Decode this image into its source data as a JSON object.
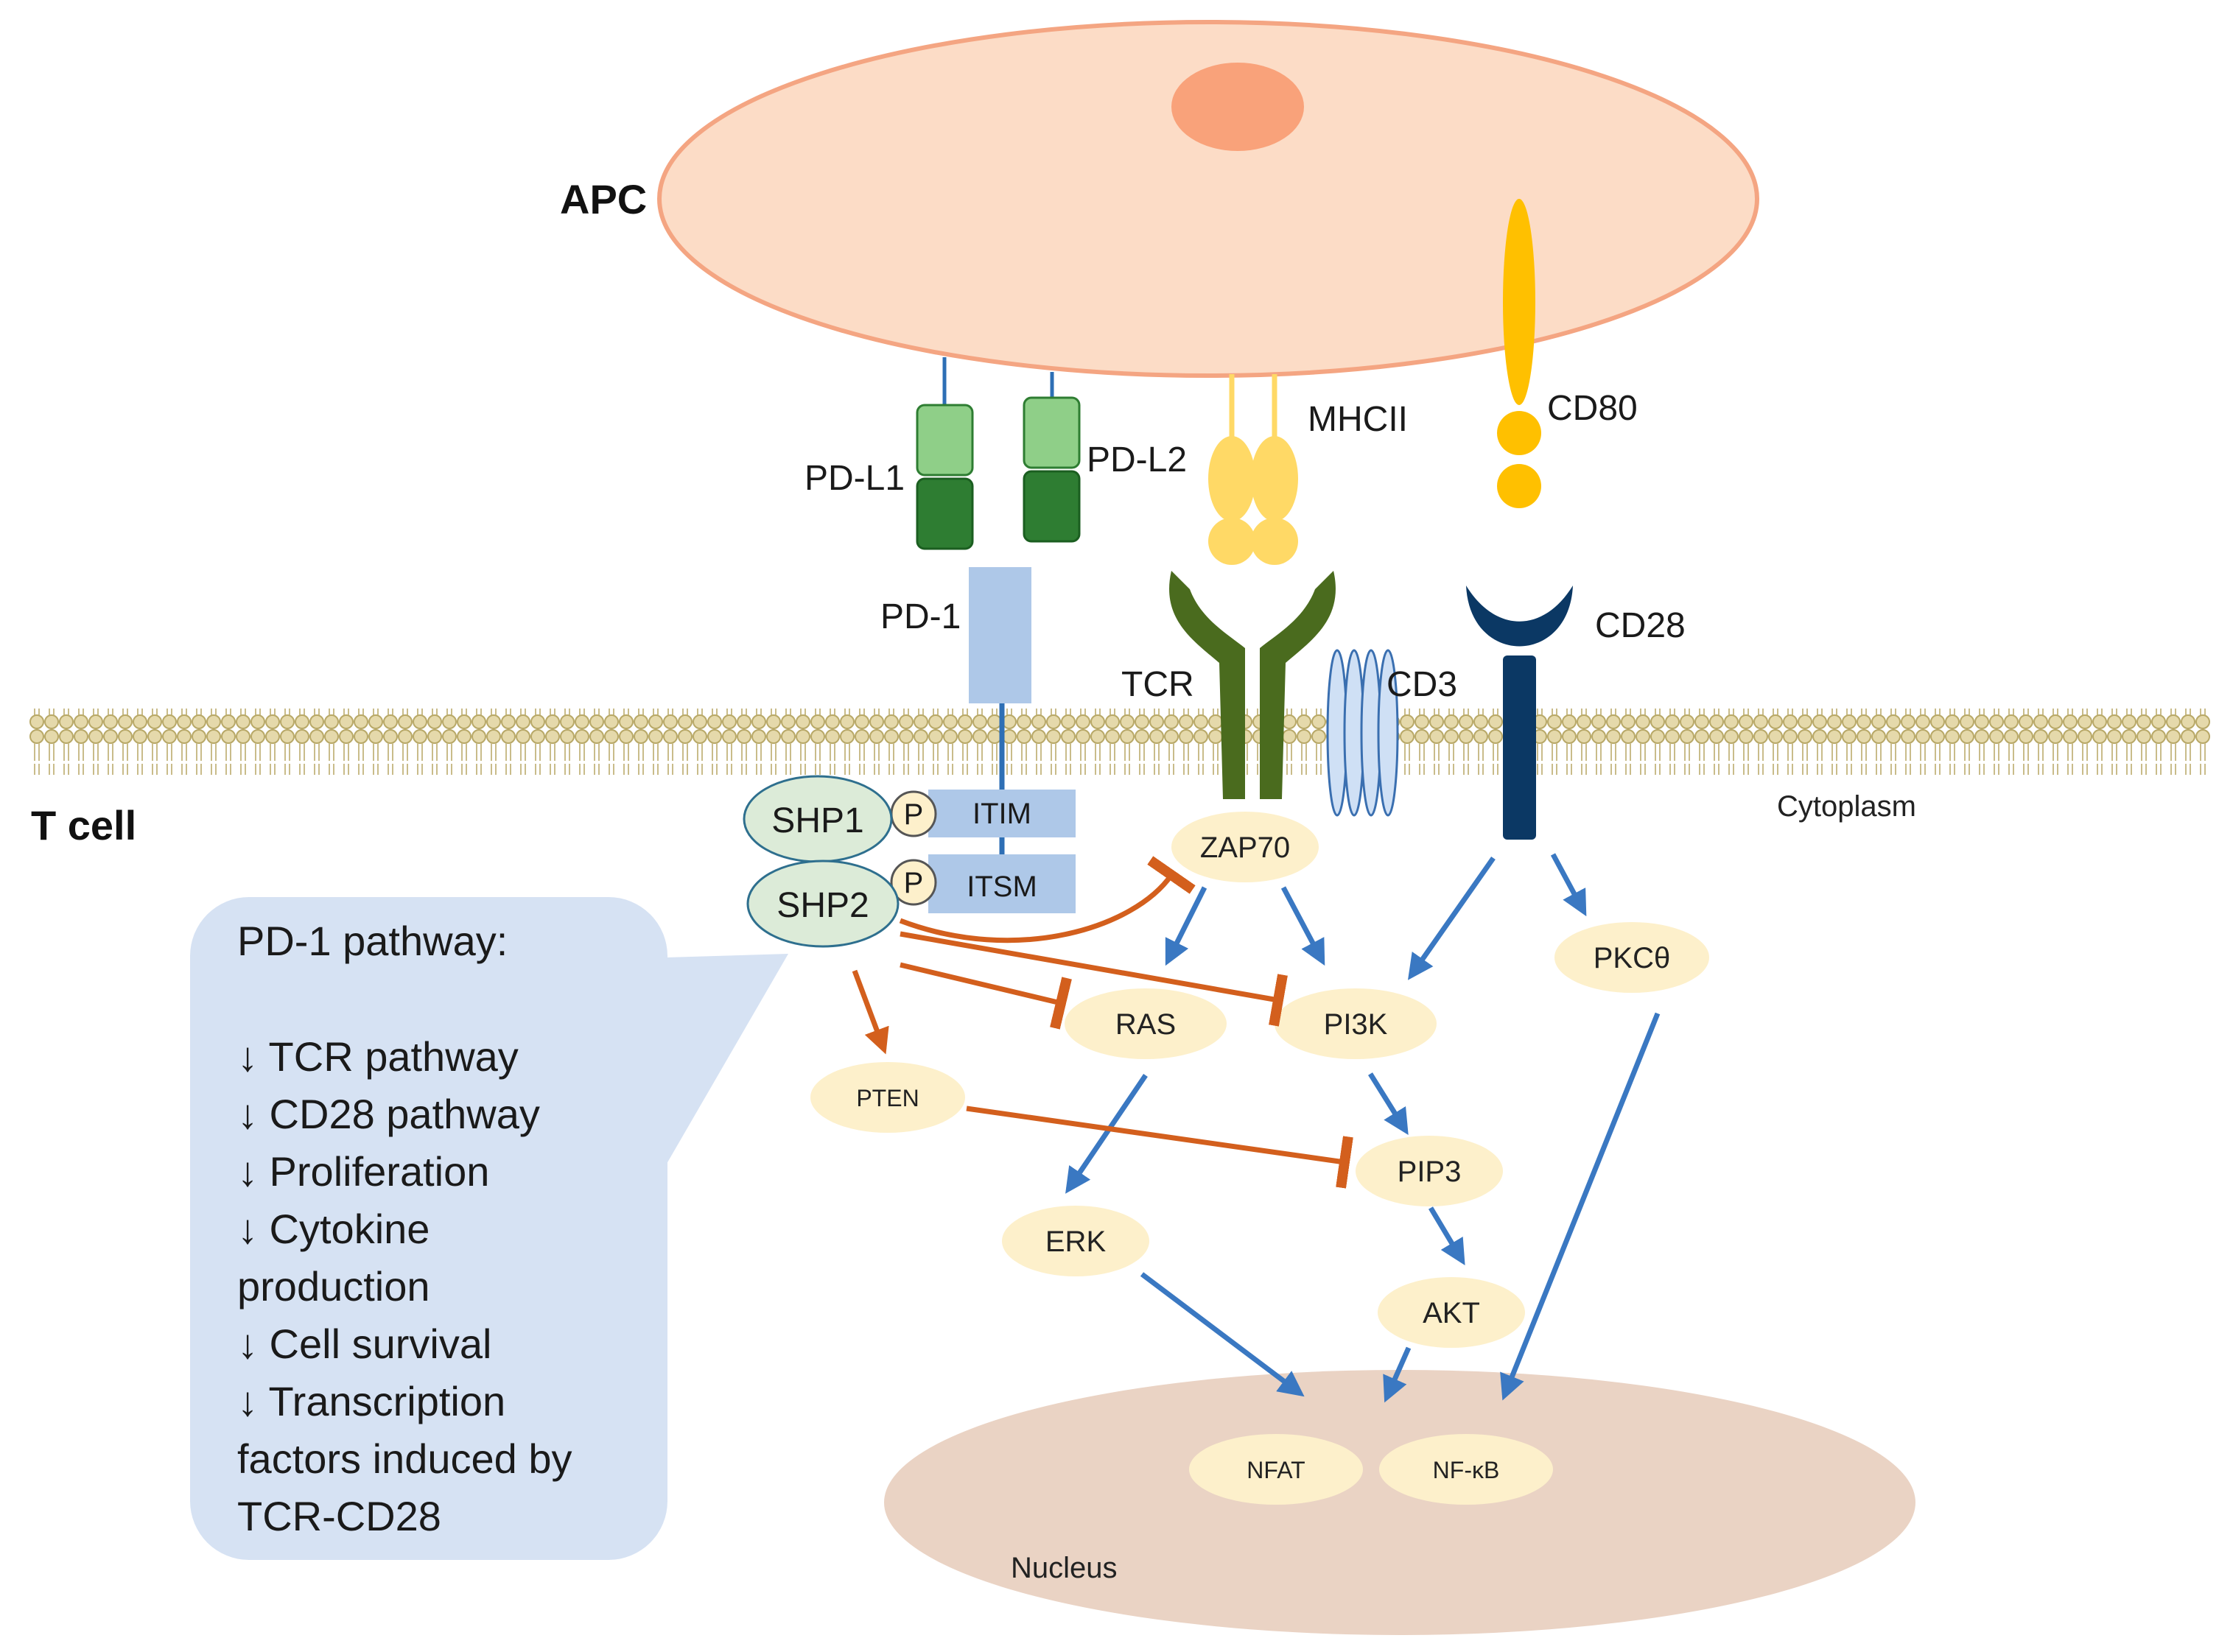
{
  "labels": {
    "apc": "APC",
    "t_cell": "T cell",
    "cytoplasm": "Cytoplasm",
    "nucleus": "Nucleus",
    "pd_l1": "PD-L1",
    "pd_l2": "PD-L2",
    "pd_1": "PD-1",
    "mhcii": "MHCII",
    "cd80": "CD80",
    "cd28": "CD28",
    "tcr": "TCR",
    "cd3": "CD3",
    "itim": "ITIM",
    "itsm": "ITSM",
    "p": "P"
  },
  "nodes": {
    "shp1": "SHP1",
    "shp2": "SHP2",
    "zap70": "ZAP70",
    "ras": "RAS",
    "pi3k": "PI3K",
    "pkc": "PKCθ",
    "pten": "PTEN",
    "pip3": "PIP3",
    "erk": "ERK",
    "akt": "AKT",
    "nfat": "NFAT",
    "nfkb": "NF-κB"
  },
  "info_box": {
    "lines": [
      "PD-1 pathway:",
      "",
      "↓ TCR pathway",
      "↓ CD28 pathway",
      "↓ Proliferation",
      "↓ Cytokine",
      "production",
      "↓ Cell survival",
      "↓ Transcription",
      "factors induced by",
      "TCR-CD28"
    ]
  },
  "colors": {
    "apc_fill": "#fcdcc6",
    "apc_stroke": "#f4a582",
    "nucleus_fill": "#ead3c4",
    "node_fill": "#fdf0cb",
    "shp_fill": "#dcebd8",
    "shp_stroke": "#2e6f8e",
    "pd1_fill": "#aec8e8",
    "pdl_light": "#8fcf88",
    "pdl_dark": "#2e7d32",
    "mhc_fill": "#ffd966",
    "cd80_fill": "#ffc000",
    "cd28_fill": "#0b3864",
    "tcr_fill": "#4a6b1e",
    "activation_arrow": "#3a78c2",
    "inhibition_arrow": "#d35f1d",
    "info_fill": "#d6e2f3"
  }
}
